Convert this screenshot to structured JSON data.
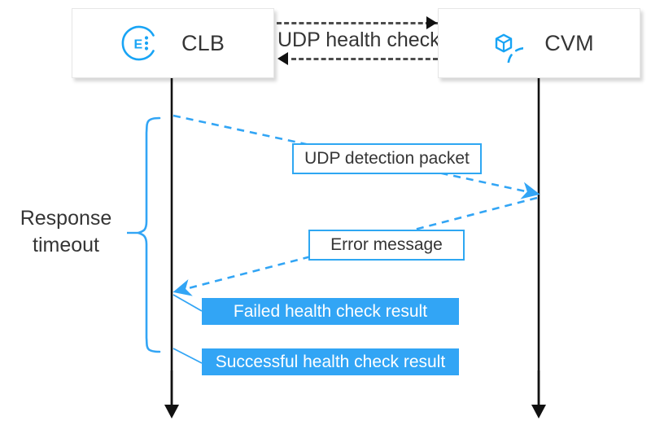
{
  "diagram": {
    "title": "UDP health check sequence diagram",
    "colors": {
      "accent_blue": "#32A5F5",
      "border_blue": "#2EA7F2",
      "line_black": "#111111",
      "dash_gray": "#4D4D4D",
      "text_dark": "#353535",
      "box_white": "#FFFFFF"
    }
  },
  "participants": [
    {
      "id": "clb",
      "label": "CLB",
      "icon": "clb-circle-icon"
    },
    {
      "id": "cvm",
      "label": "CVM",
      "icon": "cvm-circle-cube-icon"
    }
  ],
  "top_interaction": {
    "label": "UDP health check",
    "arrow_out_icon": "arrow-right-icon",
    "arrow_back_icon": "arrow-left-icon"
  },
  "messages": [
    {
      "id": "udp-detection-packet",
      "label": "UDP detection packet",
      "style": "outline"
    },
    {
      "id": "error-message",
      "label": "Error message",
      "style": "outline"
    },
    {
      "id": "failed-health-check-result",
      "label": "Failed health check result",
      "style": "filled"
    },
    {
      "id": "successful-health-check-result",
      "label": "Successful health check result",
      "style": "filled"
    }
  ],
  "annotation": {
    "brace_label_line1": "Response",
    "brace_label_line2": "timeout",
    "brace_icon": "curly-brace-icon"
  }
}
